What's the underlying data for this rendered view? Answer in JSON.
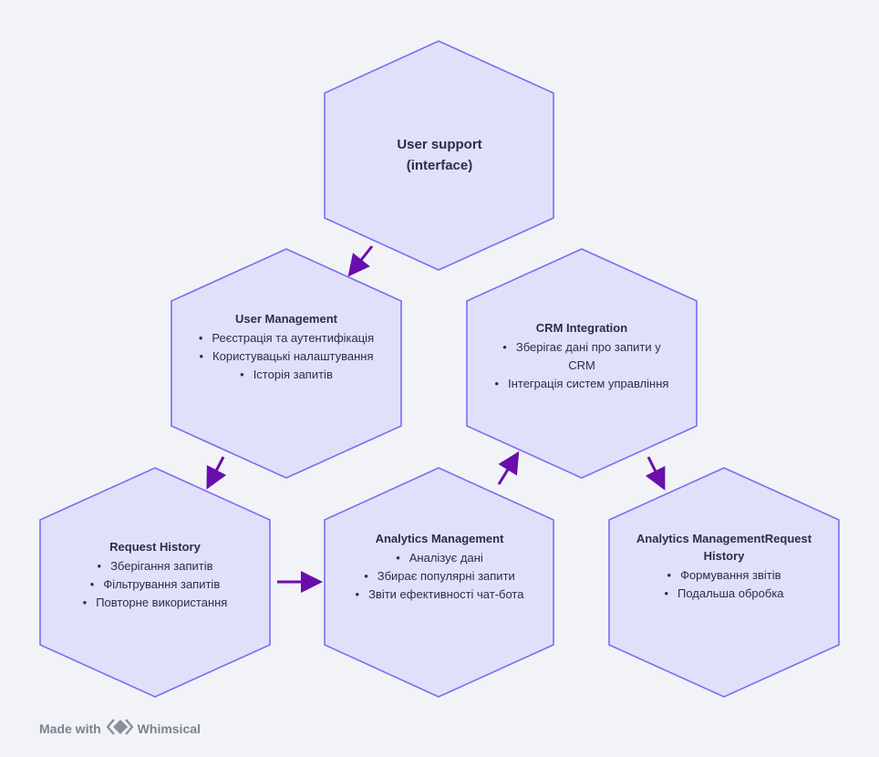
{
  "nodes": {
    "user_support": {
      "title": "User support\n(interface)",
      "items": []
    },
    "user_management": {
      "title": "User Management",
      "items": [
        "Реєстрація та аутентифікація",
        "Користувацькі налаштування",
        "Історія запитів"
      ]
    },
    "crm_integration": {
      "title": "CRM Integration",
      "items": [
        "Зберігає дані про запити у CRM",
        "Інтеграція систем управління"
      ]
    },
    "request_history": {
      "title": "Request History",
      "items": [
        "Зберігання запитів",
        "Фільтрування запитів",
        "Повторне використання"
      ]
    },
    "analytics_management": {
      "title": "Analytics Management",
      "items": [
        "Аналізує дані",
        "Збирає популярні запити",
        "Звіти ефективності чат-бота"
      ]
    },
    "analytics_request_history": {
      "title": "Analytics ManagementRequest History",
      "items": [
        "Формування звітів",
        "Подальша обробка"
      ]
    }
  },
  "colors": {
    "hex_fill": "#e0e0fb",
    "hex_stroke": "#7b6cf6",
    "arrow": "#6a0dad",
    "background": "#f1f3f6"
  },
  "footer": {
    "made_with": "Made with",
    "brand": "Whimsical",
    "logo_icon": "whimsical-logo-icon"
  }
}
